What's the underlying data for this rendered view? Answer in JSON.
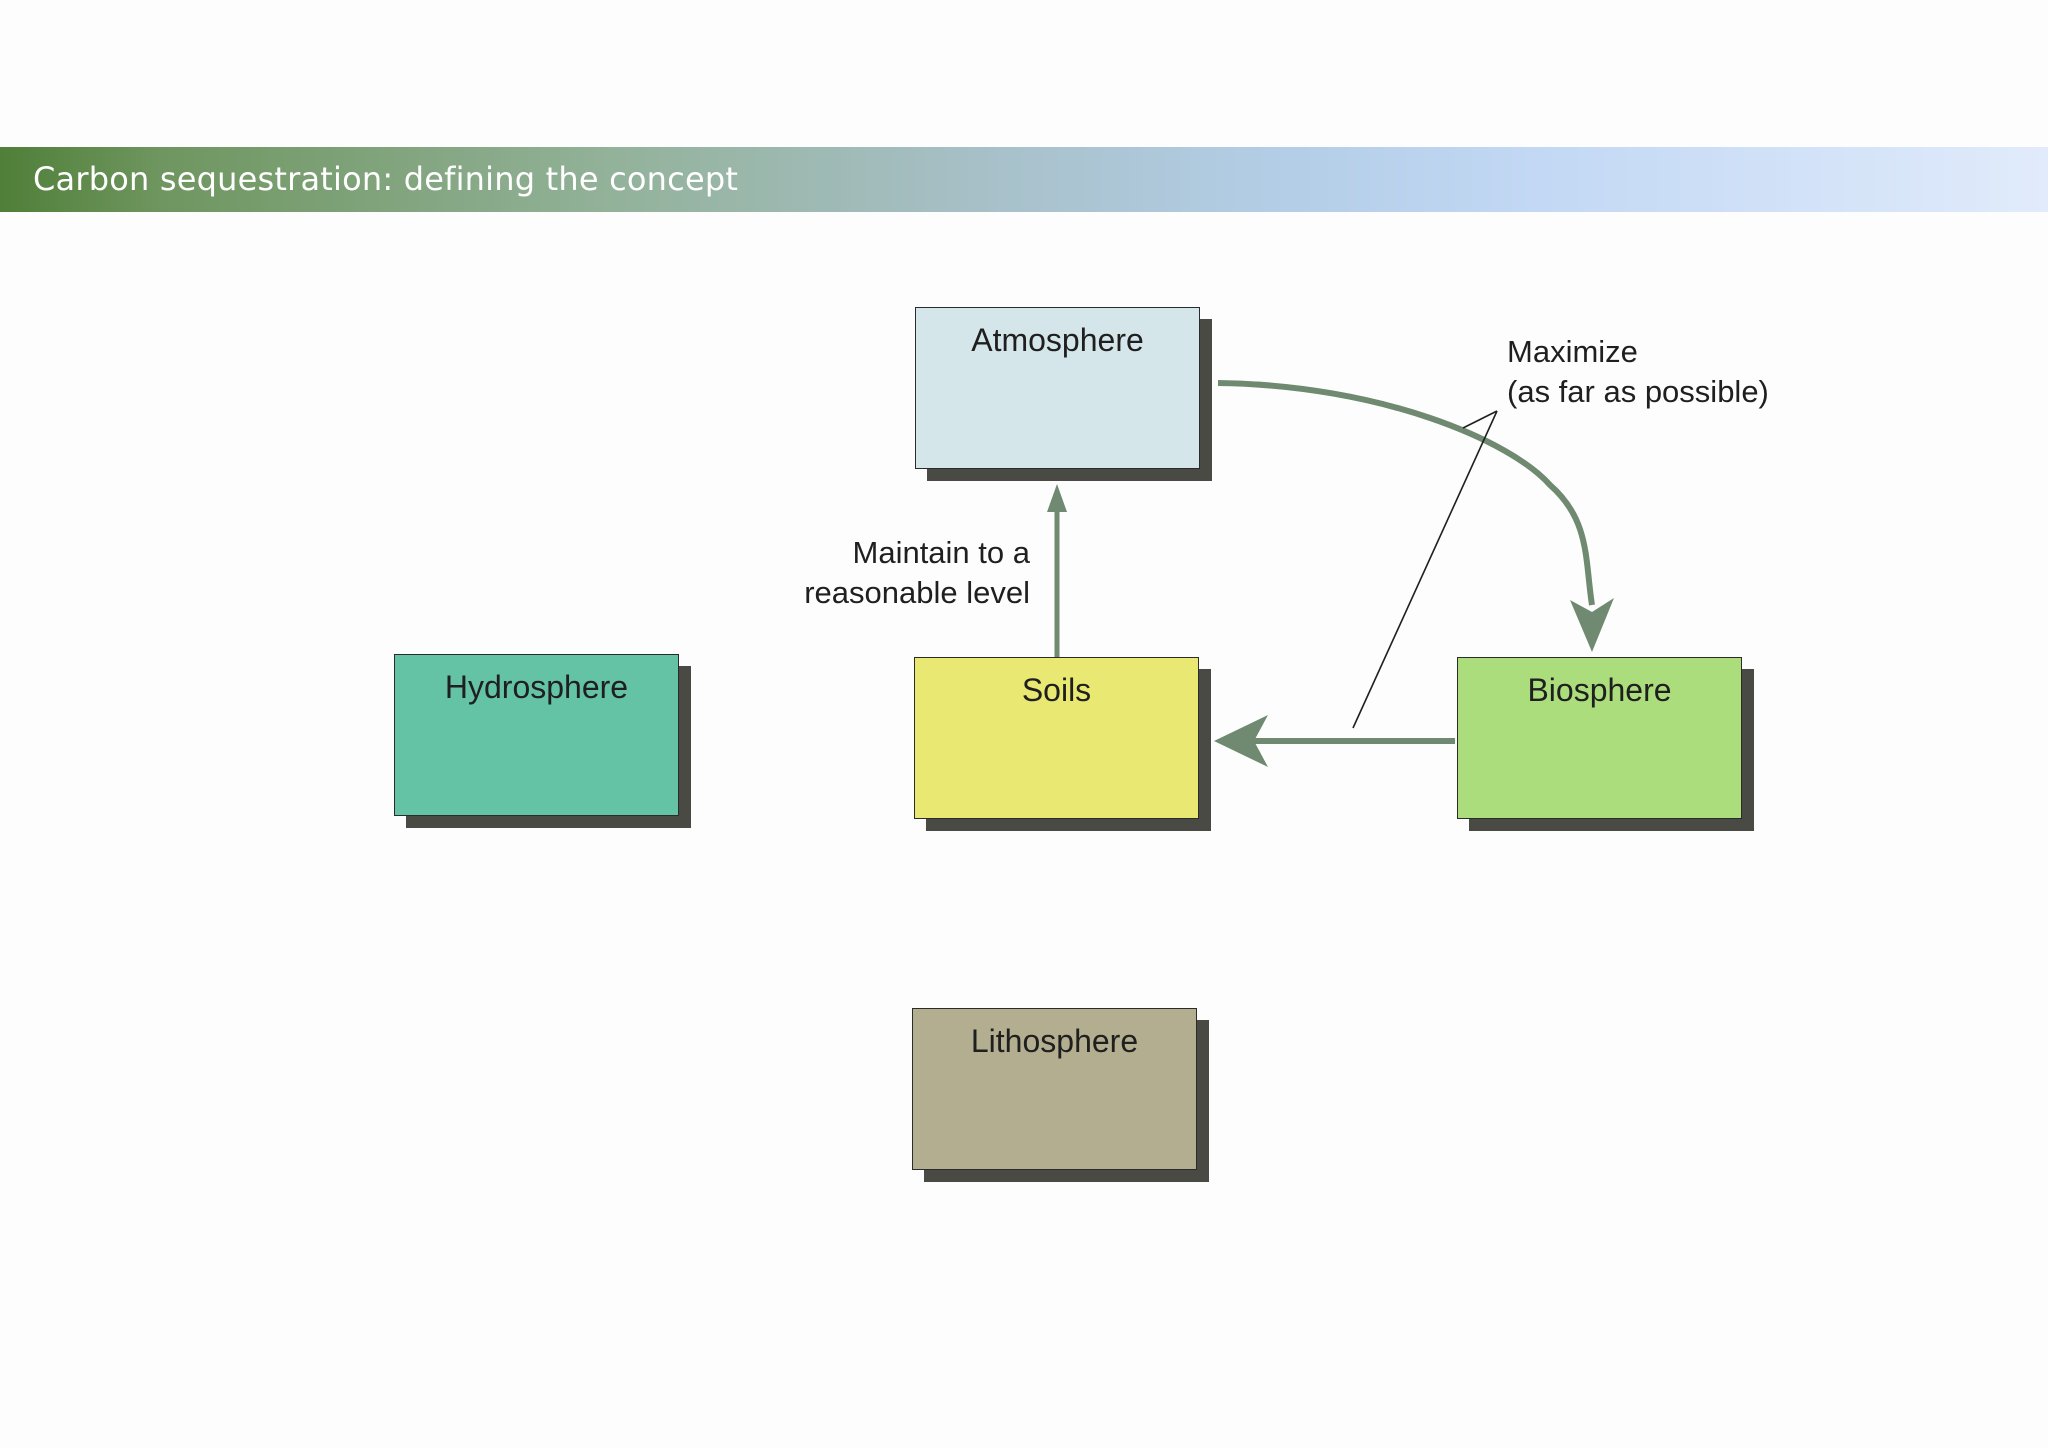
{
  "header": {
    "title": "Carbon sequestration: defining the concept"
  },
  "colors": {
    "title_bar_start": "#4f7f38",
    "title_bar_end": "#e1ebfb",
    "arrow": "#708a72",
    "box_shadow": "#4a4a45"
  },
  "diagram": {
    "nodes": {
      "atmosphere": {
        "label": "Atmosphere",
        "color": "#d4e6ea"
      },
      "hydrosphere": {
        "label": "Hydrosphere",
        "color": "#63c3a4"
      },
      "soils": {
        "label": "Soils",
        "color": "#e8e872"
      },
      "biosphere": {
        "label": "Biosphere",
        "color": "#acdd7d"
      },
      "lithosphere": {
        "label": "Lithosphere",
        "color": "#b2ae8f"
      }
    },
    "annotations": {
      "maintain_line1": "Maintain to a",
      "maintain_line2": "reasonable level",
      "maximize_line1": "Maximize",
      "maximize_line2": "(as far as possible)"
    },
    "edges": [
      {
        "from": "soils",
        "to": "atmosphere",
        "annotation": "maintain"
      },
      {
        "from": "atmosphere",
        "to": "biosphere",
        "annotation": "maximize"
      },
      {
        "from": "biosphere",
        "to": "soils",
        "annotation": "maximize"
      }
    ]
  }
}
